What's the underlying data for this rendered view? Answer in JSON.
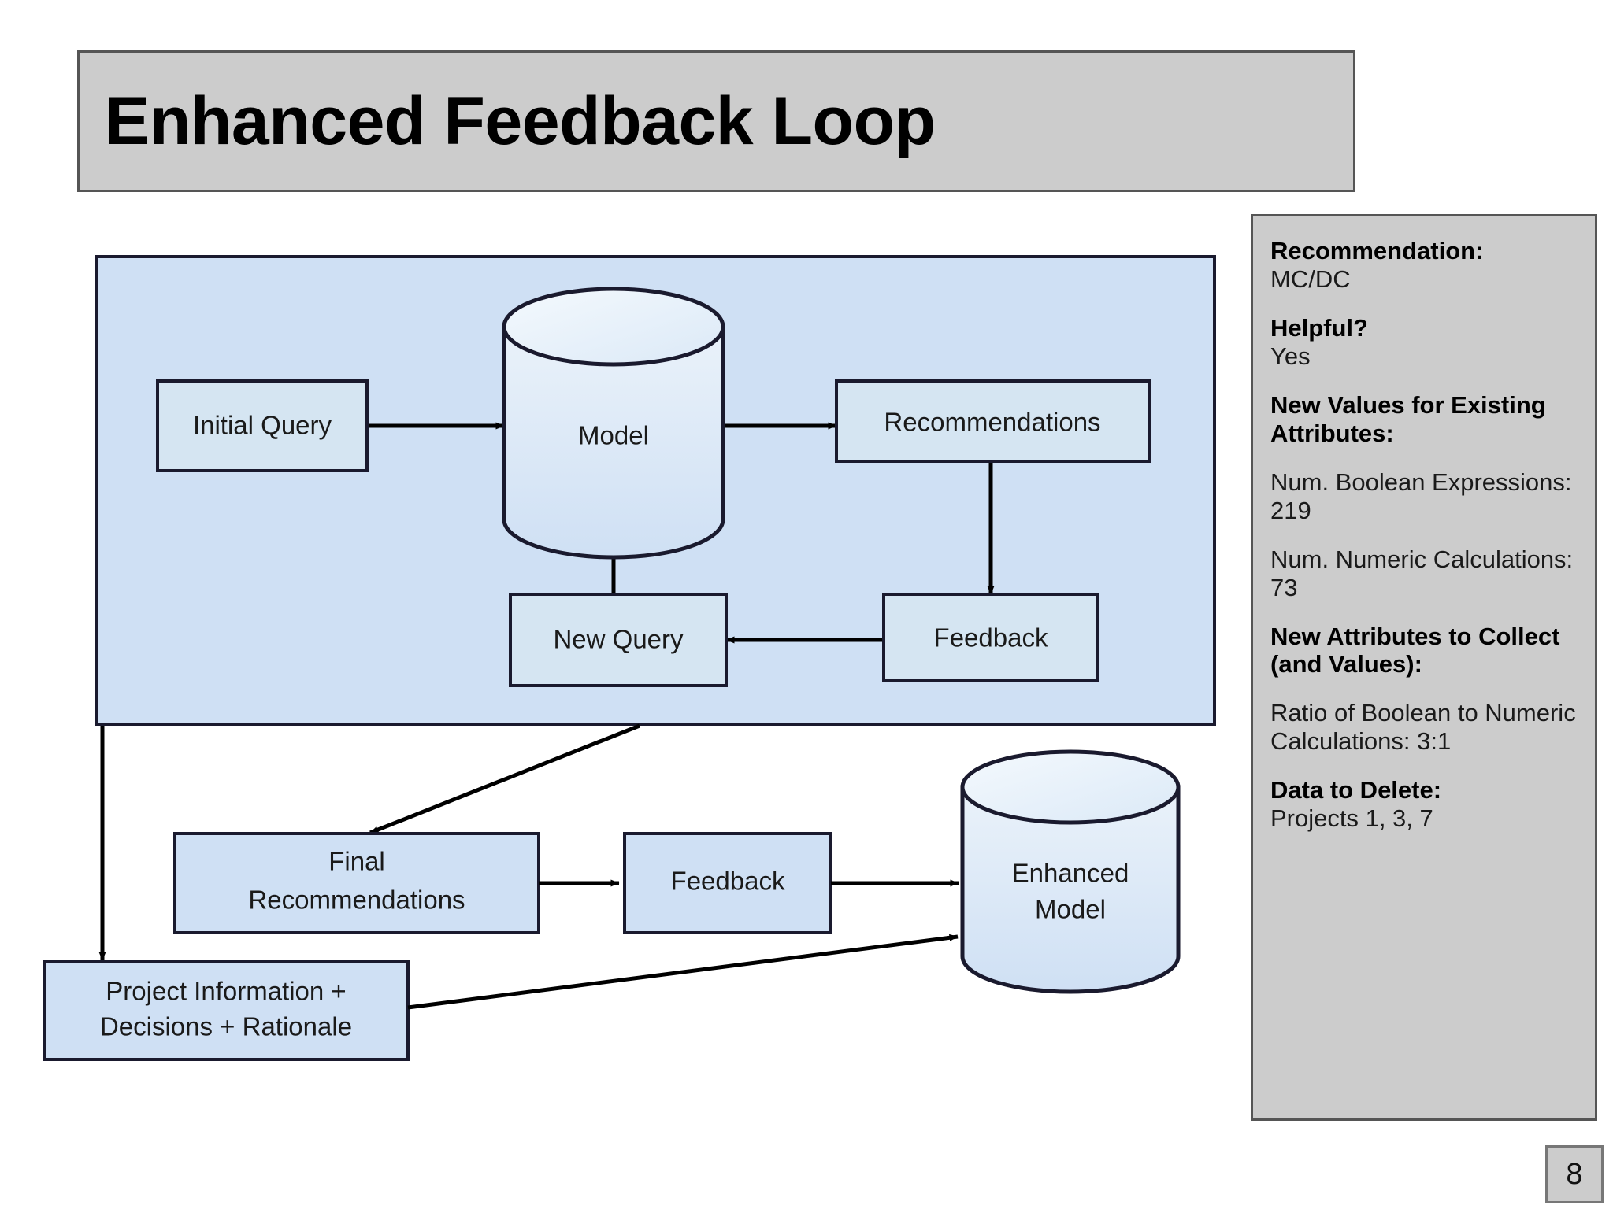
{
  "slide": {
    "title": "Enhanced Feedback Loop",
    "page_number": "8"
  },
  "colors": {
    "banner_bg": "#cccccc",
    "banner_border": "#555555",
    "panel_bg": "#cfe0f4",
    "panel_border": "#1a1a2e",
    "node_fill": "#d5e5f2",
    "node_border": "#1a1a2e",
    "cylinder_top_fill": "#e8f1f9",
    "sidebar_bg": "#cccccc",
    "sidebar_border": "#555555",
    "arrow_color": "#000000",
    "text_color": "#1a1a1a"
  },
  "diagram": {
    "loop_panel_label": "feedback-loop-panel",
    "nodes": {
      "initial_query": "Initial Query",
      "model": "Model",
      "recommendations": "Recommendations",
      "new_query": "New Query",
      "feedback_inner": "Feedback",
      "final_recommendations_line1": "Final",
      "final_recommendations_line2": "Recommendations",
      "feedback_outer": "Feedback",
      "enhanced_model_line1": "Enhanced",
      "enhanced_model_line2": "Model",
      "project_info_line1": "Project Information +",
      "project_info_line2": "Decisions + Rationale"
    },
    "edges": [
      {
        "from": "Initial Query",
        "to": "Model"
      },
      {
        "from": "Model",
        "to": "Recommendations"
      },
      {
        "from": "Recommendations",
        "to": "Feedback"
      },
      {
        "from": "Feedback",
        "to": "New Query"
      },
      {
        "from": "New Query",
        "to": "Model"
      },
      {
        "from": "Feedback Loop Panel",
        "to": "Final Recommendations"
      },
      {
        "from": "Feedback Loop Panel",
        "to": "Project Information + Decisions + Rationale"
      },
      {
        "from": "Final Recommendations",
        "to": "Feedback"
      },
      {
        "from": "Feedback",
        "to": "Enhanced Model"
      },
      {
        "from": "Project Information + Decisions + Rationale",
        "to": "Enhanced Model"
      }
    ]
  },
  "sidebar": {
    "blocks": [
      {
        "heading": "Recommendation:",
        "body": "MC/DC"
      },
      {
        "heading": "Helpful?",
        "body": "Yes"
      },
      {
        "heading": "New Values for Existing Attributes:",
        "body": ""
      },
      {
        "heading": "",
        "body": "Num. Boolean Expressions: 219"
      },
      {
        "heading": "",
        "body": "Num. Numeric Calculations: 73"
      },
      {
        "heading": "New Attributes to Collect (and Values):",
        "body": ""
      },
      {
        "heading": "",
        "body": "Ratio of Boolean to Numeric Calculations: 3:1"
      },
      {
        "heading": "Data to Delete:",
        "body": "Projects 1, 3, 7"
      }
    ]
  }
}
